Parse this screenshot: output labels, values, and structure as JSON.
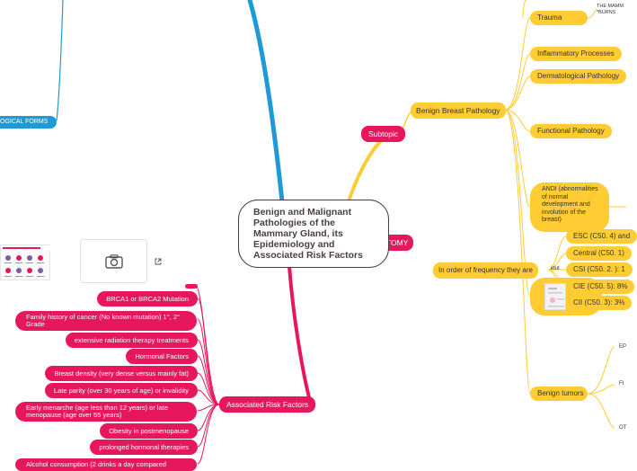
{
  "central": {
    "title": "Benign and Malignant Pathologies of the Mammary Gland, its Epidemiology and Associated Risk Factors"
  },
  "left_top": {
    "forms_label": "OGICAL FORMS"
  },
  "risk": {
    "title": "Associated Risk Factors",
    "items": [
      "BRCA1 or BRCA2 Mutation",
      "Family history of cancer (No known mutation) 1°, 2° Grade",
      "extensive radiation therapy treatments",
      "Hormonal Factors",
      "Breast density (very dense versus mainly fat)",
      "Late parity (over 30 years of age) or invalidity",
      "Early menarche (age less than 12 years) or late menopause (age over 55 years)",
      "Obesity in postmenopause",
      "prolonged hormonal therapies",
      "Alcohol consumption (2 drinks a day compared"
    ]
  },
  "subtopic": {
    "label": "Subtopic"
  },
  "anatomy": {
    "label": "TOMY"
  },
  "benign": {
    "title": "Benign Breast Pathology",
    "items": [
      "Trauma",
      "Inflammatory Processes",
      "Dermatological Pathology",
      "Functional Pathology"
    ],
    "andi": "ANDI (abnormalities of normal development and involution of the breast)",
    "tumors": "Benign tumors",
    "trauma_note": "THE MAMM *BURNS",
    "tumor_notes": [
      "EP",
      "FI",
      "OT"
    ]
  },
  "frequency": {
    "label": "In order of frequency they are",
    "items": [
      "ESC (C50. 4) and",
      "Central (C50. 1)",
      "CSI (C50. 2. ): 1",
      "CIE (C50. 5): 8%",
      "CII (C50. 3): 3%"
    ],
    "hidden_label": "idut"
  },
  "icons": {
    "camera": "camera-icon",
    "external": "external-link-icon"
  },
  "colors": {
    "blue": "#1e9bd7",
    "red": "#e6175c",
    "yellow": "#ffcc33",
    "central_border": "#4a3f44"
  }
}
